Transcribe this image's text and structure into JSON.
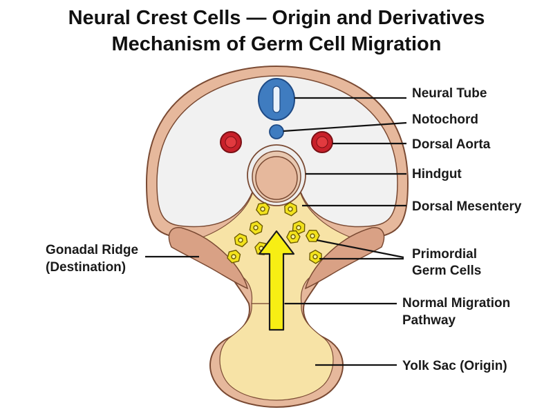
{
  "title": {
    "line1": "Neural Crest Cells — Origin and Derivatives",
    "line2": "Mechanism of Germ Cell Migration"
  },
  "labels": {
    "neural_tube": "Neural Tube",
    "notochord": "Notochord",
    "dorsal_aorta": "Dorsal Aorta",
    "hindgut": "Hindgut",
    "dorsal_mesentery": "Dorsal Mesentery",
    "primordial_germ_cells": [
      "Primordial",
      "Germ Cells"
    ],
    "normal_migration_pathway": [
      "Normal Migration",
      "Pathway"
    ],
    "yolk_sac": "Yolk Sac (Origin)",
    "gonadal_ridge": [
      "Gonadal Ridge",
      "(Destination)"
    ]
  },
  "colors": {
    "body_wall": "#e6b89c",
    "outline": "#7a4a33",
    "cavity": "#f1f1f1",
    "mesentery": "#f7e3a6",
    "yolk_sac": "#f7e3a6",
    "neural_tube": "#3f7cc0",
    "dorsal_aorta": "#c8202a",
    "germ_cell": "#f2e21c",
    "arrow": "#f7ee14"
  }
}
